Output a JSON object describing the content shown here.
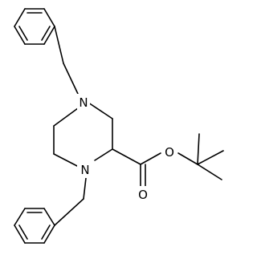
{
  "molecule": {
    "atoms": {
      "n_top": "N",
      "n_bottom": "N",
      "o_ester": "O",
      "o_carbonyl": "O"
    }
  }
}
